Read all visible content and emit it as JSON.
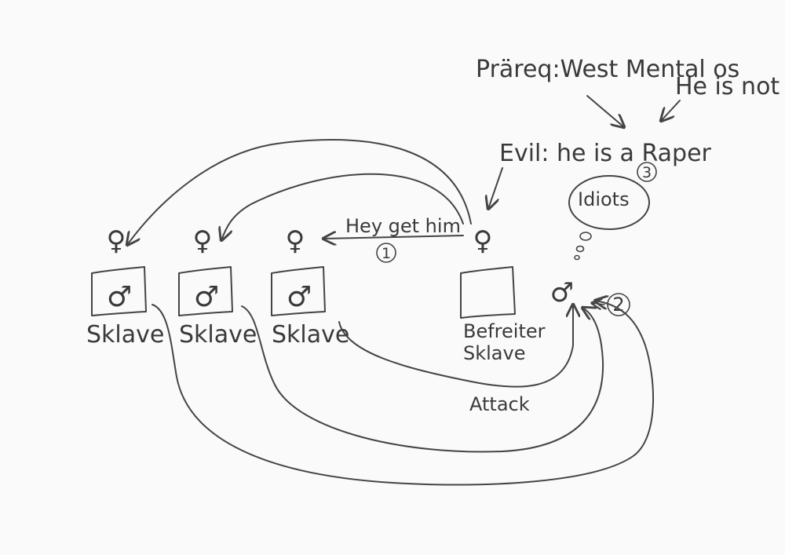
{
  "labels": {
    "prereq": "Präreq:West Mental os",
    "not": "He is not",
    "evil": "Evil: he is a Raper",
    "idiots": "Idiots",
    "hey": "Hey get him",
    "attack": "Attack",
    "step1": "1",
    "step2": "2",
    "step3": "3",
    "sklave1": "Sklave",
    "sklave2": "Sklave",
    "sklave3": "Sklave",
    "befreiter_line1": "Befreiter",
    "befreiter_line2": "Sklave"
  },
  "symbols": {
    "female": "♀",
    "male": "♂"
  },
  "colors": {
    "ink": "#444444",
    "paper": "#fafafa"
  }
}
